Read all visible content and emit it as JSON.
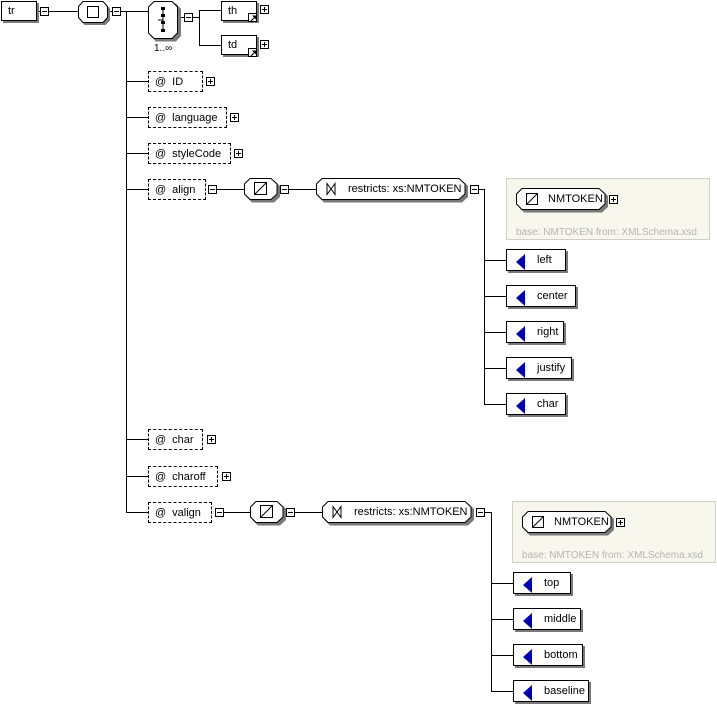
{
  "root": {
    "label": "tr"
  },
  "sequence": {
    "occurrence": "1..∞",
    "children": [
      "th",
      "td"
    ]
  },
  "attributes": {
    "id": {
      "at": "@",
      "label": "ID"
    },
    "language": {
      "at": "@",
      "label": "language"
    },
    "styleCode": {
      "at": "@",
      "label": "styleCode"
    },
    "align": {
      "at": "@",
      "label": "align"
    },
    "char": {
      "at": "@",
      "label": "char"
    },
    "charoff": {
      "at": "@",
      "label": "charoff"
    },
    "valign": {
      "at": "@",
      "label": "valign"
    }
  },
  "align_type": {
    "restriction": "restricts: xs:NMTOKEN",
    "base_type": "NMTOKEN",
    "base_note": "base: NMTOKEN from: XMLSchema.xsd",
    "enumerations": [
      "left",
      "center",
      "right",
      "justify",
      "char"
    ]
  },
  "valign_type": {
    "restriction": "restricts: xs:NMTOKEN",
    "base_type": "NMTOKEN",
    "base_note": "base: NMTOKEN from: XMLSchema.xsd",
    "enumerations": [
      "top",
      "middle",
      "bottom",
      "baseline"
    ]
  },
  "colors": {
    "enum_marker": "#0000b4",
    "shadow": "#7a7a7a",
    "base_note_text": "#b4b4b4"
  }
}
